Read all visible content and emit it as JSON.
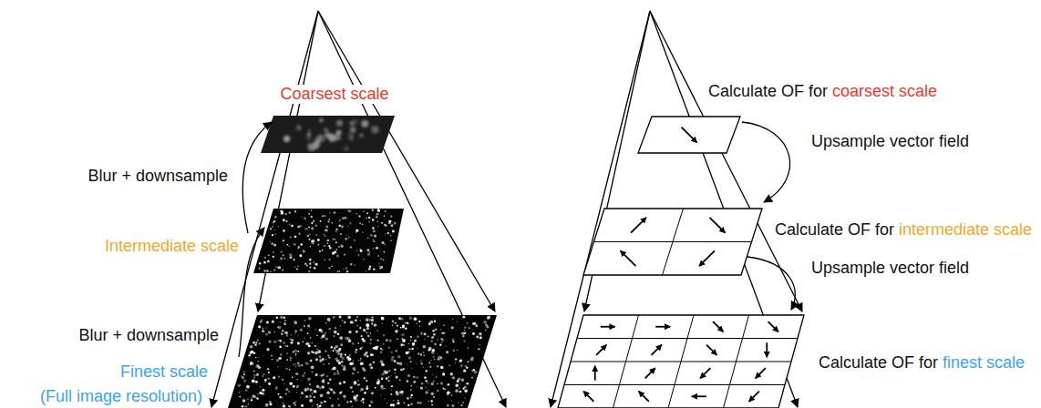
{
  "diagram": {
    "labels": [
      "Coarsest scale",
      "Blur + downsample",
      "Intermediate scale",
      "Blur + downsample",
      "Finest scale",
      "(Full image resolution)",
      "Calculate OF for",
      "coarsest scale",
      "Upsample vector field",
      "Calculate OF for",
      "intermediate scale",
      "Upsample vector field",
      "Calculate OF for",
      "finest scale"
    ]
  }
}
